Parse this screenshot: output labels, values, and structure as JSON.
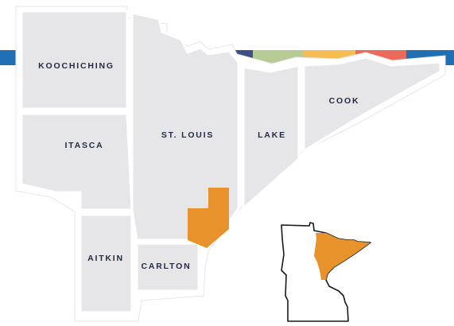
{
  "map": {
    "counties": [
      {
        "id": "koochiching",
        "label": "KOOCHICHING"
      },
      {
        "id": "itasca",
        "label": "ITASCA"
      },
      {
        "id": "aitkin",
        "label": "AITKIN"
      },
      {
        "id": "carlton",
        "label": "CARLTON"
      },
      {
        "id": "st-louis",
        "label": "ST. LOUIS"
      },
      {
        "id": "lake",
        "label": "LAKE"
      },
      {
        "id": "cook",
        "label": "COOK"
      }
    ],
    "highlight_note": "",
    "colors": {
      "county_fill": "#e6e6e8",
      "county_border": "#ffffff",
      "label_text": "#1f2a44",
      "highlight": "#e8922b",
      "inset_outline": "#1a1a1a",
      "inset_fill": "#ffffff"
    },
    "stripe_colors": [
      "#1f6fb5",
      "#b5122b",
      "#3d4f86",
      "#b7cc94",
      "#f7bd55",
      "#ea6b5a",
      "#1f6fb5"
    ]
  }
}
